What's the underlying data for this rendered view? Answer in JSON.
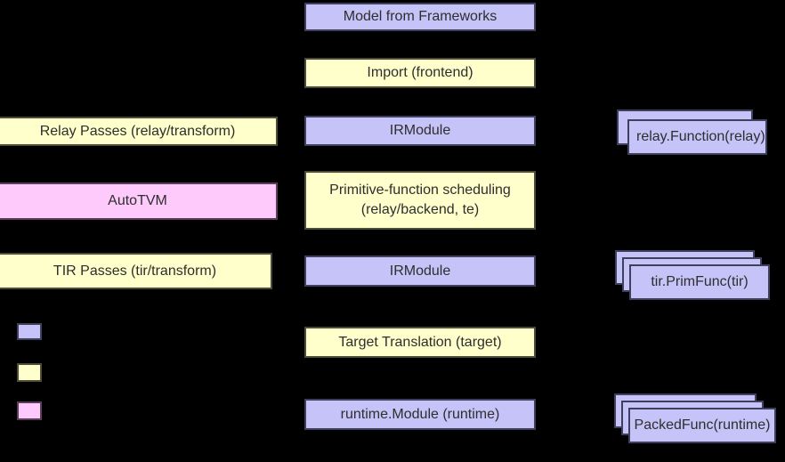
{
  "colors": {
    "background": "#000000",
    "purple_fill": "#c6c3f8",
    "yellow_fill": "#ffffcc",
    "pink_fill": "#fec9fb"
  },
  "center_flow": [
    {
      "label": "Model from Frameworks"
    },
    {
      "label": "Import (frontend)"
    },
    {
      "label": "IRModule"
    },
    {
      "label": "Primitive-function scheduling",
      "label2": "(relay/backend, te)"
    },
    {
      "label": "IRModule"
    },
    {
      "label": "Target Translation (target)"
    },
    {
      "label": "runtime.Module (runtime)"
    }
  ],
  "left_column": [
    {
      "label": "Relay Passes (relay/transform)"
    },
    {
      "label": "AutoTVM"
    },
    {
      "label": "TIR Passes (tir/transform)"
    }
  ],
  "right_stacks": [
    {
      "label": "relay.Function(relay)",
      "layers": 2
    },
    {
      "label": "tir.PrimFunc(tir)",
      "layers": 3
    },
    {
      "label": "PackedFunc(runtime)",
      "layers": 3
    }
  ],
  "legend": [
    {
      "swatch_color": "#c6c3f8"
    },
    {
      "swatch_color": "#ffffcc"
    },
    {
      "swatch_color": "#fec9fb"
    }
  ]
}
